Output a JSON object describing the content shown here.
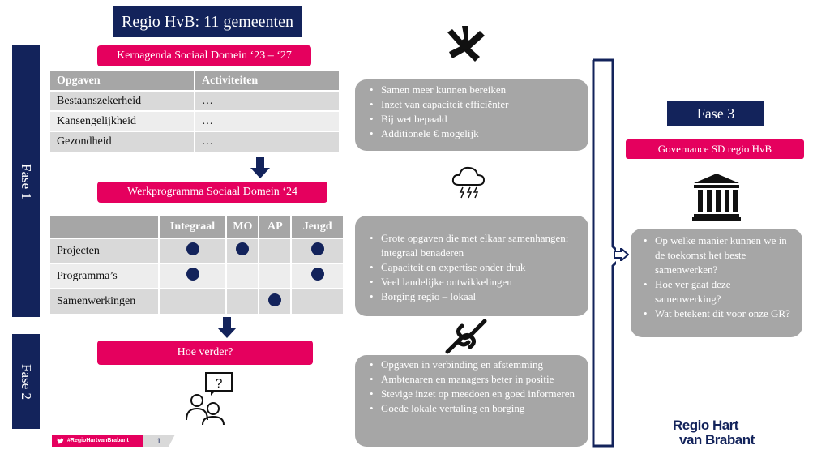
{
  "title": "Regio HvB: 11 gemeenten",
  "phases": {
    "fase1": "Fase 1",
    "fase2": "Fase 2",
    "fase3": "Fase 3"
  },
  "kernagenda": {
    "label": "Kernagenda Sociaal Domein ‘23 – ‘27",
    "headers": [
      "Opgaven",
      "Activiteiten"
    ],
    "rows": [
      [
        "Bestaanszekerheid",
        "…"
      ],
      [
        "Kansengelijkheid",
        "…"
      ],
      [
        "Gezondheid",
        "…"
      ]
    ]
  },
  "werkprogramma": {
    "label": "Werkprogramma Sociaal Domein ‘24",
    "headers": [
      "",
      "Integraal",
      "MO",
      "AP",
      "Jeugd"
    ],
    "rows": [
      {
        "label": "Projecten",
        "marks": [
          true,
          true,
          false,
          true
        ]
      },
      {
        "label": "Programma’s",
        "marks": [
          true,
          false,
          false,
          true
        ]
      },
      {
        "label": "Samenwerkingen",
        "marks": [
          false,
          false,
          true,
          false
        ]
      }
    ]
  },
  "hoe_verder": "Hoe verder?",
  "bubble1": [
    "Samen meer kunnen bereiken",
    "Inzet van capaciteit efficiënter",
    "Bij wet bepaald",
    "Additionele € mogelijk"
  ],
  "bubble2": [
    "Grote opgaven die met elkaar samenhangen: integraal benaderen",
    "Capaciteit en expertise onder druk",
    "Veel landelijke ontwikkelingen",
    "Borging regio – lokaal"
  ],
  "bubble3": [
    "Opgaven in verbinding en afstemming",
    "Ambtenaren en managers beter in positie",
    "Stevige inzet op meedoen en goed informeren",
    "Goede lokale vertaling en borging"
  ],
  "governance": "Governance SD regio HvB",
  "bubble4": [
    "Op welke manier kunnen we in de toekomst het beste samenwerken?",
    "Hoe ver gaat deze samenwerking?",
    "Wat betekent dit voor onze GR?"
  ],
  "footer": {
    "hashtag": "#RegioHartvanBrabant",
    "page": "1"
  },
  "logo": {
    "line1": "Regio Hart",
    "line2": "van Brabant"
  },
  "icons": [
    "hands-together-icon",
    "storm-cloud-icon",
    "knot-icon",
    "building-icon",
    "people-question-icon",
    "twitter-icon"
  ],
  "colors": {
    "navy": "#13235b",
    "pink": "#e5005e",
    "grey": "#a6a6a6"
  }
}
